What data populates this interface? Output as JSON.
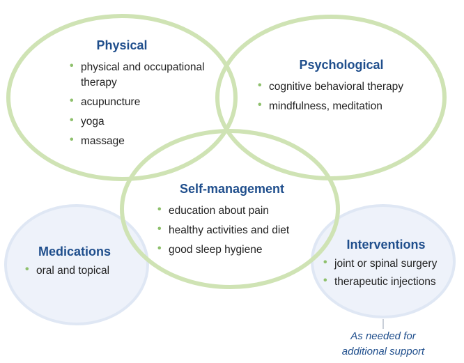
{
  "colors": {
    "main_circle_stroke": "#cfe3b4",
    "support_circle_stroke": "#dfe7f4",
    "support_circle_fill": "#eef2fa",
    "title": "#1f4e8c",
    "bullet": "#8ec06c",
    "body_text": "#222222"
  },
  "groups": {
    "physical": {
      "title": "Physical",
      "items": [
        "physical and occupational therapy",
        "acupuncture",
        "yoga",
        "massage"
      ]
    },
    "psychological": {
      "title": "Psychological",
      "items": [
        "cognitive behavioral therapy",
        "mindfulness, meditation"
      ]
    },
    "self_management": {
      "title": "Self-management",
      "items": [
        "education about pain",
        "healthy activities and diet",
        "good sleep hygiene"
      ]
    },
    "medications": {
      "title": "Medications",
      "items": [
        "oral and topical"
      ]
    },
    "interventions": {
      "title": "Interventions",
      "items": [
        "joint or spinal surgery",
        "therapeutic injections"
      ]
    }
  },
  "note": {
    "line1": "As needed for",
    "line2": "additional support"
  }
}
